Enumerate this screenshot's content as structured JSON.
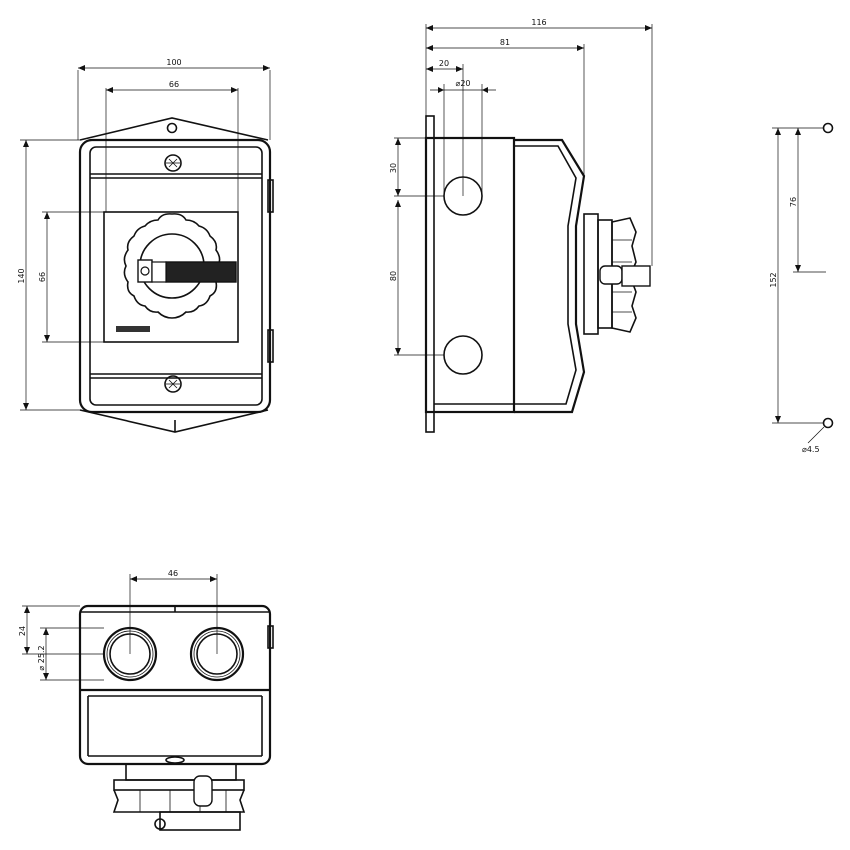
{
  "front_view": {
    "width_overall": "100",
    "width_knob": "66",
    "height_overall": "140",
    "height_knob": "66"
  },
  "side_view": {
    "depth_total": "116",
    "depth_body": "81",
    "offset_hole": "20",
    "hole_dia": "⌀20",
    "hole_spacing_top": "30",
    "hole_spacing": "80"
  },
  "mount_view": {
    "hole_spacing_total": "152",
    "hole_spacing_half": "76",
    "hole_dia": "⌀4.5"
  },
  "bottom_view": {
    "hole_spacing": "46",
    "edge_offset": "24",
    "hole_dia": "⌀ 25.2"
  }
}
